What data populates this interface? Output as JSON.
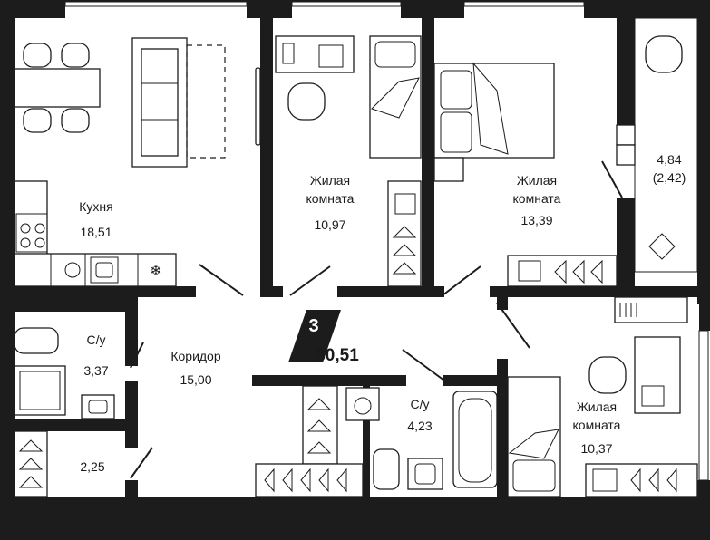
{
  "plan": {
    "rooms_count": "3",
    "total_area": "80,51"
  },
  "rooms": {
    "kitchen": {
      "name": "Кухня",
      "area": "18,51"
    },
    "living1": {
      "name_line1": "Жилая",
      "name_line2": "комната",
      "area": "10,97"
    },
    "living2": {
      "name_line1": "Жилая",
      "name_line2": "комната",
      "area": "13,39"
    },
    "loggia": {
      "area": "4,84",
      "area_reduced": "(2,42)"
    },
    "bath1": {
      "name": "С/у",
      "area": "3,37"
    },
    "storage": {
      "area": "2,25"
    },
    "corridor": {
      "name": "Коридор",
      "area": "15,00"
    },
    "bath2": {
      "name": "С/у",
      "area": "4,23"
    },
    "living3": {
      "name_line1": "Жилая",
      "name_line2": "комната",
      "area": "10,37"
    }
  },
  "colors": {
    "wall": "#1c1c1c",
    "background": "#ffffff"
  }
}
